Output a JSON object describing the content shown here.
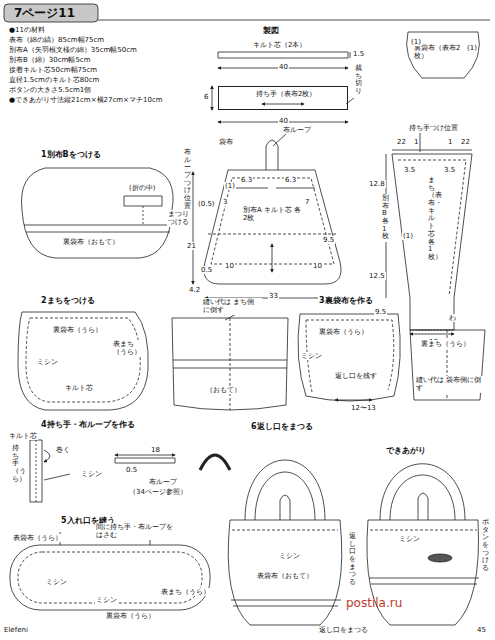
{
  "diagram": {
    "title": "7ページ11",
    "nodes": [
      {
        "text": [
          "持ち手（表布2枚）"
        ]
      },
      {
        "text": [
          "裏袋布（表布2枚）"
        ]
      },
      {
        "text": [
          "袋布",
          "別布A キルト芯 各2枚"
        ]
      },
      {
        "text": [
          "まち（表布・キルト芯 各1枚）"
        ]
      }
    ],
    "labels": [
      "●11の材料",
      "表布（綿の縞）85cm幅75cm",
      "別布A（矢羽根文様の綿）35cm幅50cm",
      "別布B（綿）30cm幅5cm",
      "接着キルト芯50cm幅75cm",
      "直径1.5cmのキルト芯80cm",
      "ボタンの大きさ5.5cm1個",
      "●できあがり寸法縦21cm×横27cm×マチ10cm",
      "製図",
      "キルト芯（2本）",
      "1.5",
      "40",
      "6",
      "40",
      "裁ち切り",
      "(1)",
      "(1)",
      "布ループ",
      "布ループつけ位置",
      "6.3",
      "6.3",
      "(1)",
      "3",
      "(0.5)",
      "7",
      "21",
      "10",
      "10",
      "9.5",
      "0.5",
      "4.2",
      "33",
      "持ち手つけ位置",
      "22",
      "1",
      "1",
      "22",
      "3.5",
      "3.5",
      "12.8",
      "別布B 各1枚",
      "12.5",
      "(1)",
      "9.5",
      "わ",
      "10",
      "1別布Bをつける",
      "(折の中)",
      "まつり つける",
      "裏袋布（おもて）",
      "2まちをつける",
      "裏袋布（うら）",
      "表まち（うら）",
      "ミシン",
      "キルト芯",
      "縫い代は まち側に倒す",
      "（おもて）",
      "3裏袋布を作る",
      "裏袋布（うら）",
      "ミシン",
      "返し口を残す",
      "12〜13",
      "裏まち（うら）",
      "縫い代は 袋布側に倒す",
      "4持ち手・布ループを作る",
      "キルト芯",
      "持ち手（うら）",
      "巻く",
      "ミシン",
      "18",
      "0.5",
      "布ループ",
      "（34ページ参照）",
      "6返し口をまつる",
      "5入れ口を縫う",
      "表袋布（うら）",
      "間に持ち手・布ループを はさむ",
      "ミシン",
      "ミシン",
      "表まち（うら）",
      "裏袋布（うら）",
      "できあがり",
      "ミシン",
      "表袋布（おもて）",
      "返し口をまつる",
      "ボタンをつける",
      "ミシン",
      "返し口をまつる",
      "postila.ru",
      "Elefeni",
      "45"
    ]
  }
}
